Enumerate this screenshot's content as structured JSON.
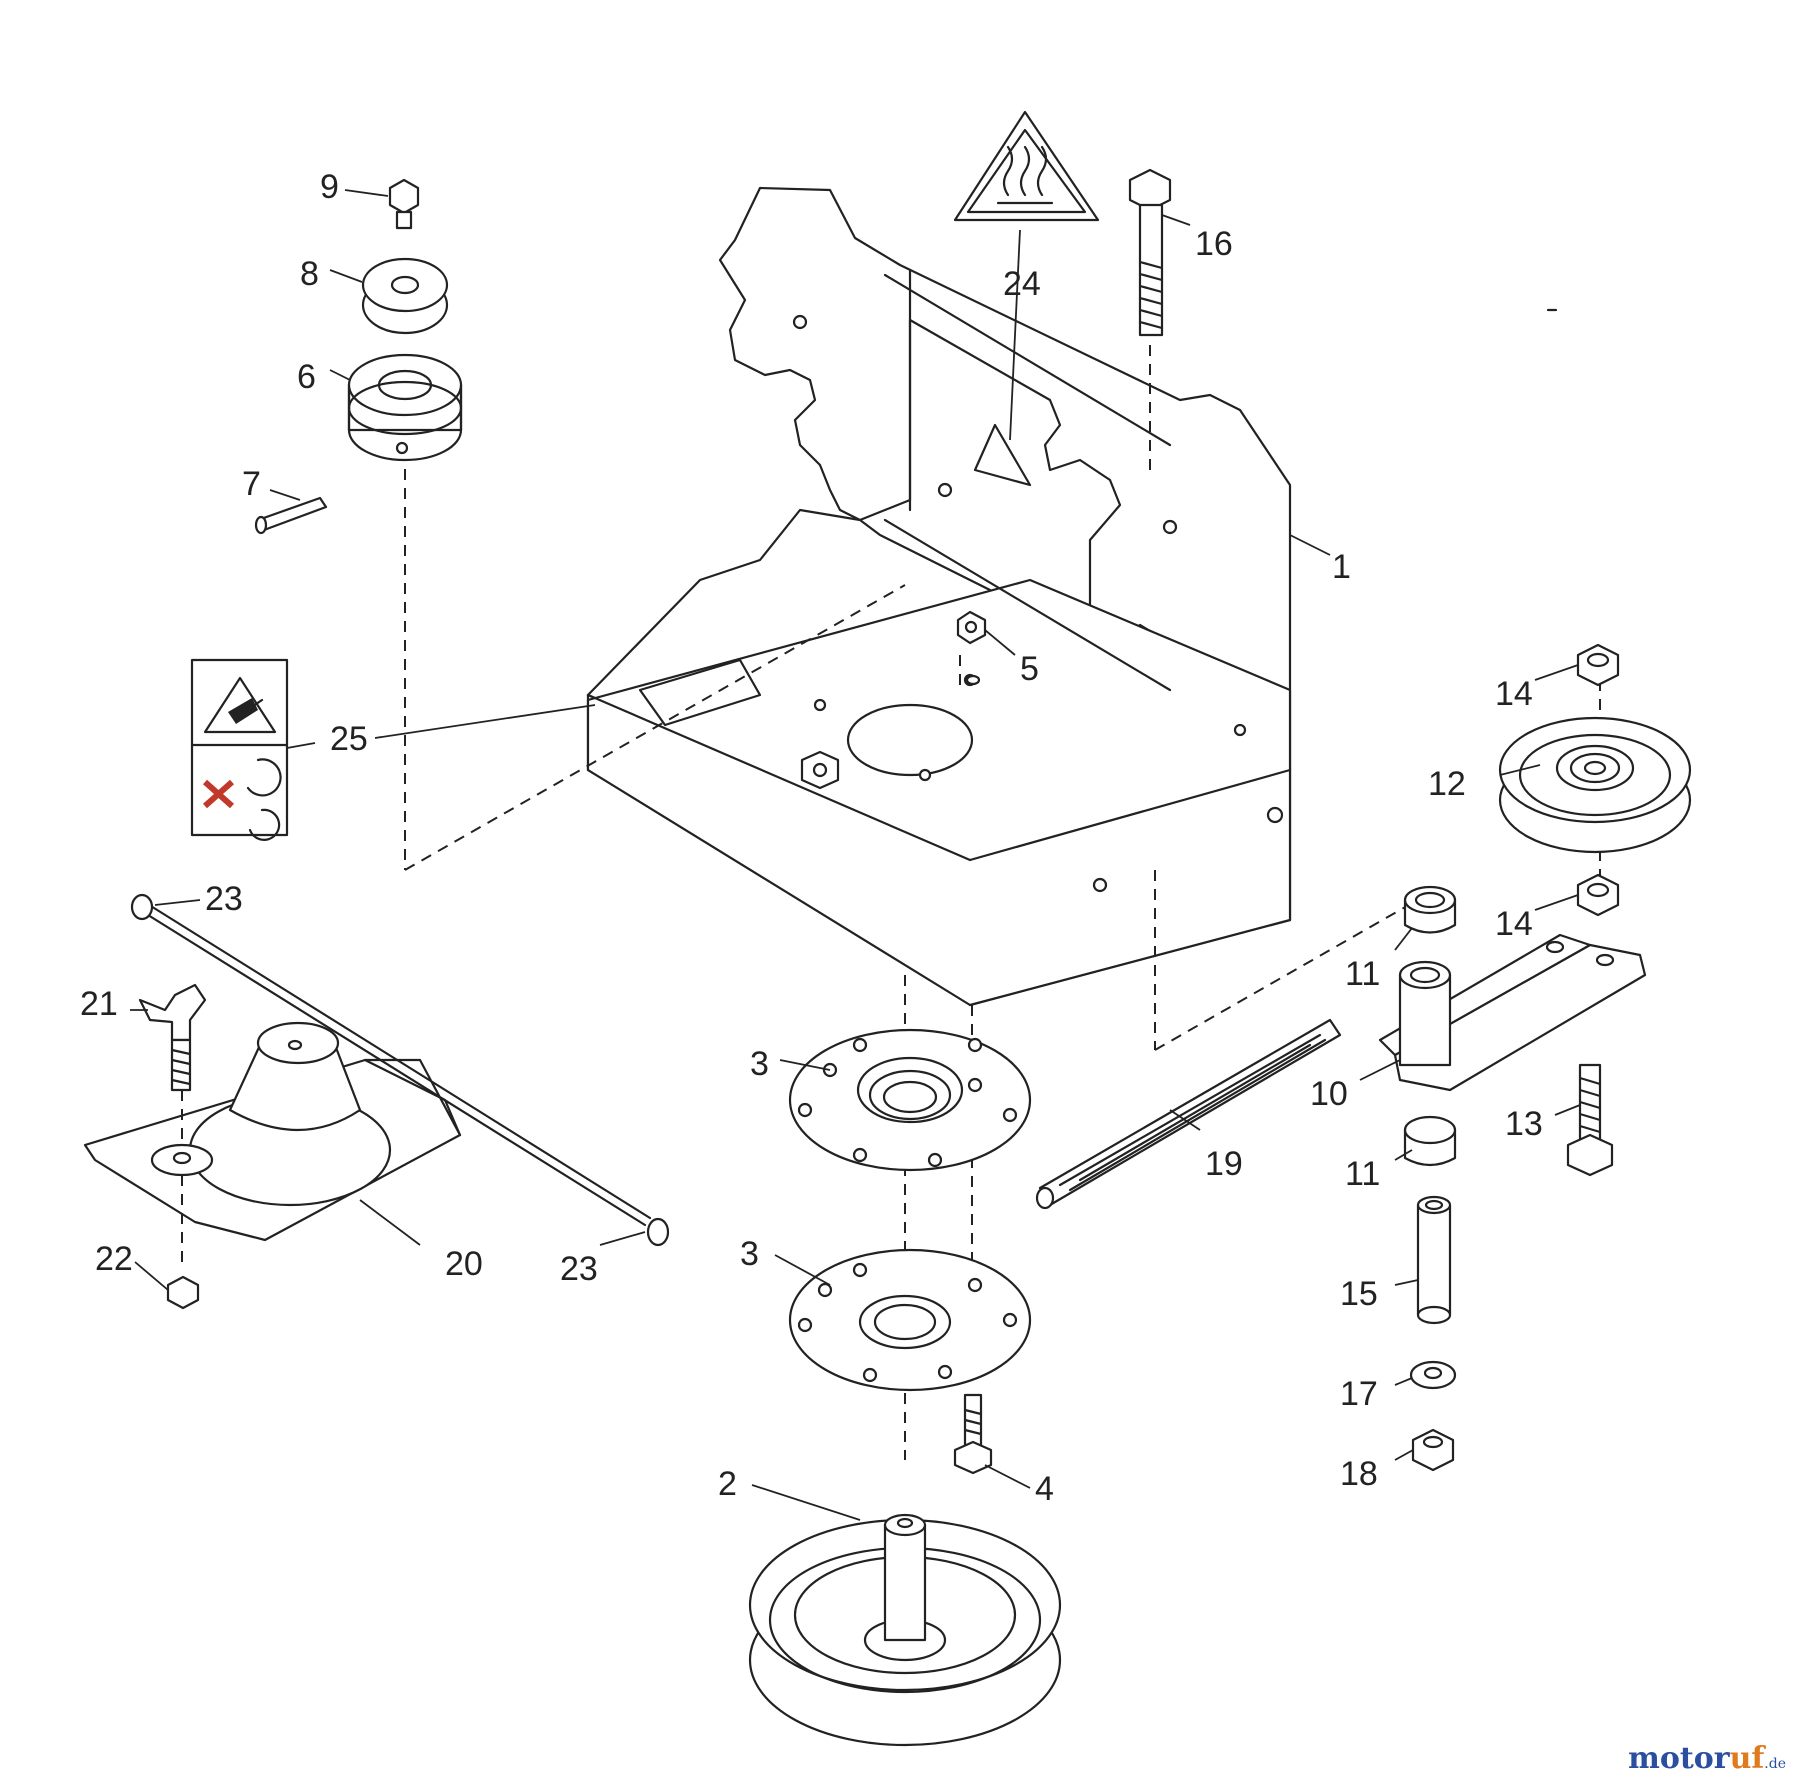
{
  "labels": [
    "1",
    "2",
    "3",
    "3",
    "4",
    "5",
    "6",
    "7",
    "8",
    "9",
    "10",
    "11",
    "11",
    "12",
    "13",
    "14",
    "14",
    "15",
    "16",
    "17",
    "18",
    "19",
    "20",
    "21",
    "22",
    "23",
    "23",
    "24",
    "25"
  ],
  "icons": {
    "hot_surface": "hot-surface-warning-icon",
    "hand_crush": "hand-crush-warning-icon",
    "rotating_parts": "rotating-parts-warning-icon"
  },
  "watermark": {
    "main_a": "motor",
    "main_b": "uf",
    "suffix": ".de"
  },
  "colors": {
    "line": "#222222",
    "watermark_blue": "#2a4fa0",
    "watermark_orange": "#e07a1f",
    "warning_red": "#c0392b"
  }
}
